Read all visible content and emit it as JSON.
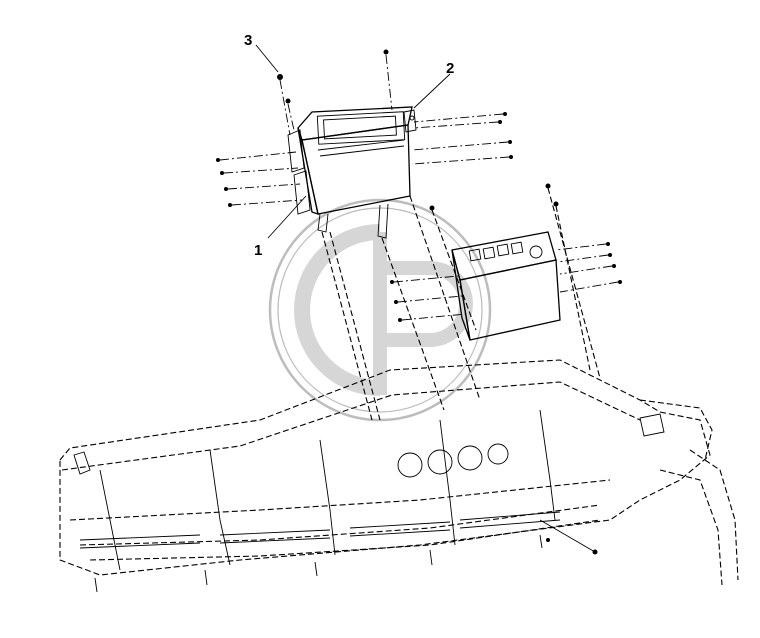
{
  "callouts": [
    {
      "id": "1",
      "label": "1"
    },
    {
      "id": "2",
      "label": "2"
    },
    {
      "id": "3",
      "label": "3"
    }
  ],
  "watermark": {
    "shape": "circular-logo",
    "color": "#bdbdbd"
  },
  "colors": {
    "line": "#000000",
    "background": "#ffffff",
    "watermark": "#bdbdbd"
  }
}
